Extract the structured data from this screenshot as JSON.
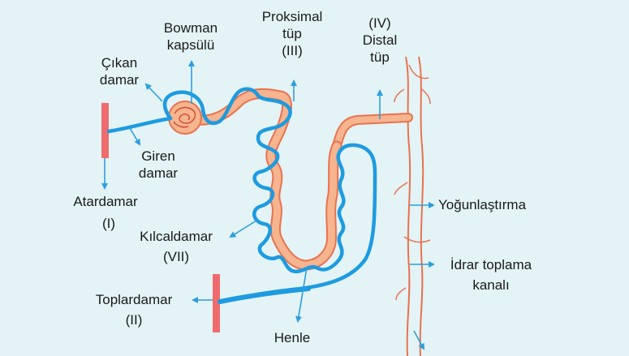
{
  "labels": {
    "bowman_l1": "Bowman",
    "bowman_l2": "kapsülü",
    "proksimal_l1": "Proksimal",
    "proksimal_l2": "tüp",
    "proksimal_l3": "(III)",
    "distal_l1": "(IV)",
    "distal_l2": "Distal",
    "distal_l3": "tüp",
    "cikan_l1": "Çıkan",
    "cikan_l2": "damar",
    "giren_l1": "Giren",
    "giren_l2": "damar",
    "atardamar_l1": "Atardamar",
    "atardamar_l2": "(I)",
    "kilcal_l1": "Kılcaldamar",
    "kilcal_l2": "(VII)",
    "yogun": "Yoğunlaştırma",
    "idrar_l1": "İdrar toplama",
    "idrar_l2": "kanalı",
    "toplar_l1": "Toplardamar",
    "toplar_l2": "(II)",
    "henle_l1": "Henle"
  },
  "colors": {
    "background": "#e3f3f6",
    "tubule_fill": "#f6b48f",
    "tubule_edge": "#e8734f",
    "vessel": "#1e9be0",
    "vessel_bar": "#ef6b6e",
    "arrow": "#2d9fdc"
  }
}
